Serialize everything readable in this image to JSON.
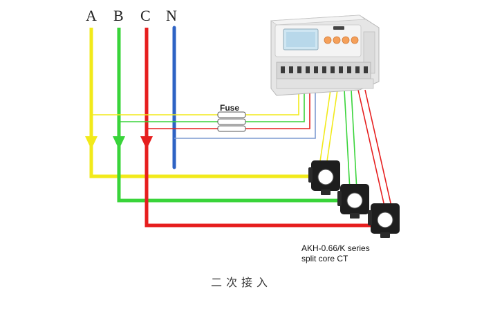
{
  "phases": {
    "a": "A",
    "b": "B",
    "c": "C",
    "n": "N"
  },
  "fuse_label": "Fuse",
  "ct_label": {
    "line1": "AKH-0.66/K  series",
    "line2": "split core CT"
  },
  "caption": "二次接入",
  "colors": {
    "phase_a": "#f2ea1a",
    "phase_b": "#39d43a",
    "phase_c": "#e61e1e",
    "neutral": "#2e63c4",
    "thin_n": "#7c9ad0",
    "meter_body": "#e8e8e8",
    "meter_buttons": "#f5a05a",
    "ct_body": "#1e1e1e"
  },
  "icons": {
    "meter": "energy-meter-icon",
    "ct": "split-core-ct-icon",
    "fuse": "fuse-icon"
  }
}
